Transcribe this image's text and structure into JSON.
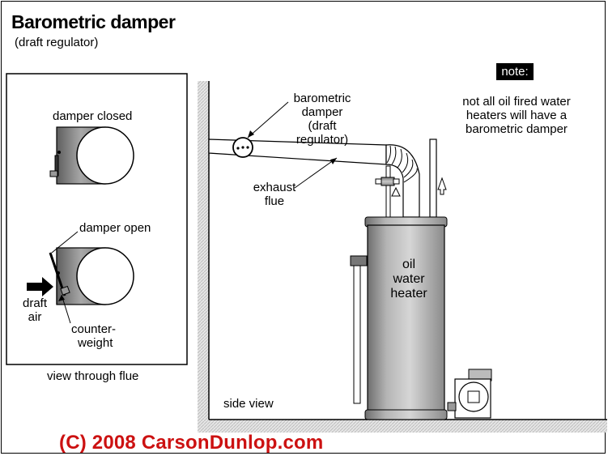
{
  "title": "Barometric damper",
  "subtitle": "(draft regulator)",
  "inset": {
    "damper_closed": "damper closed",
    "damper_open": "damper open",
    "draft_air_1": "draft",
    "draft_air_2": "air",
    "counterweight_1": "counter-",
    "counterweight_2": "weight",
    "view_caption": "view through flue"
  },
  "main": {
    "barometric_1": "barometric",
    "barometric_2": "damper",
    "barometric_3": "(draft",
    "barometric_4": "regulator)",
    "exhaust_1": "exhaust",
    "exhaust_2": "flue",
    "heater_1": "oil",
    "heater_2": "water",
    "heater_3": "heater",
    "side_view": "side view"
  },
  "note": {
    "label": "note:",
    "line1": "not all oil fired water",
    "line2": "heaters will have a",
    "line3": "barometric damper"
  },
  "copyright": "(C) 2008 CarsonDunlop.com",
  "colors": {
    "copyright": "#cc1111",
    "metal": "#9a9a9a",
    "ground": "#d9d9d9"
  }
}
